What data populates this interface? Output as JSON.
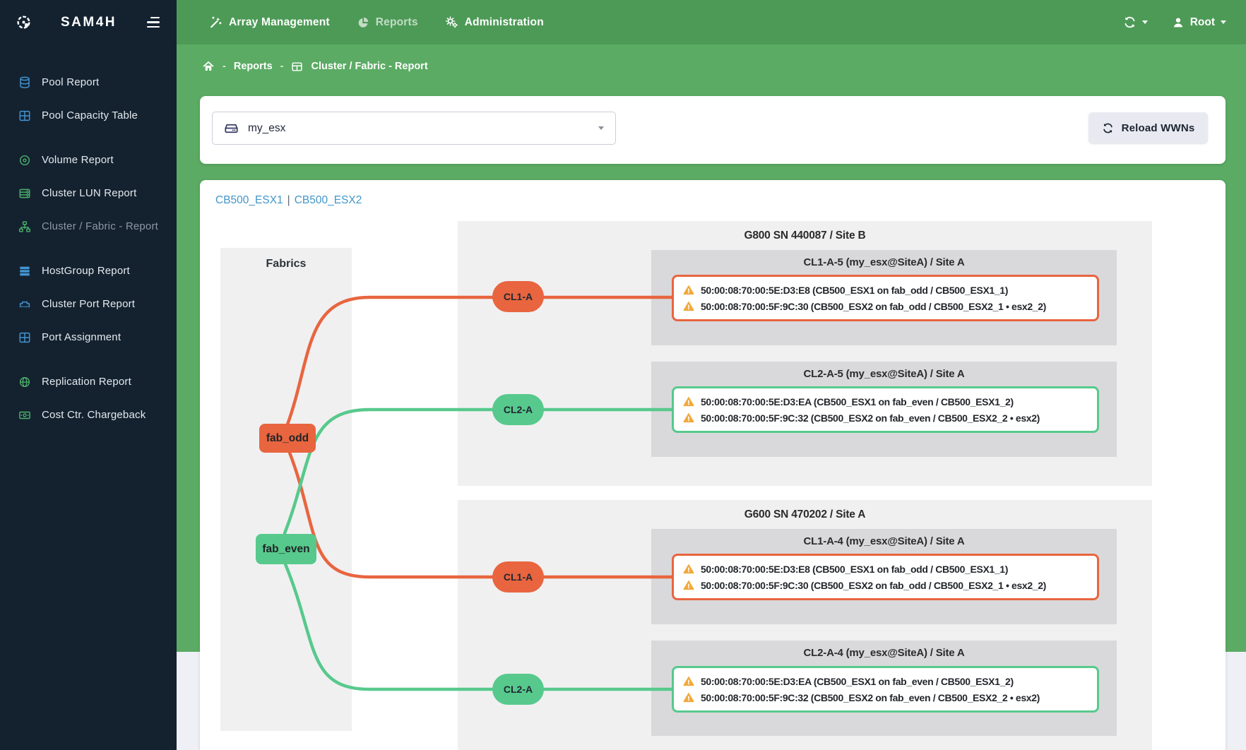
{
  "brand": {
    "name": "SAM4H"
  },
  "navbar": {
    "items": [
      {
        "label": "Array Management",
        "icon": "wand-icon"
      },
      {
        "label": "Reports",
        "icon": "pie-chart-icon"
      },
      {
        "label": "Administration",
        "icon": "gears-icon"
      }
    ],
    "user": {
      "label": "Root",
      "icon": "user-icon"
    },
    "sync_icon": "sync-icon"
  },
  "breadcrumb": {
    "items": [
      "Reports",
      "Cluster / Fabric - Report"
    ],
    "separator": "-"
  },
  "sidebar": {
    "groups": [
      {
        "items": [
          {
            "label": "Pool Report",
            "icon": "database-icon"
          },
          {
            "label": "Pool Capacity Table",
            "icon": "table-icon"
          }
        ]
      },
      {
        "items": [
          {
            "label": "Volume Report",
            "icon": "disc-icon"
          },
          {
            "label": "Cluster LUN Report",
            "icon": "server-icon"
          },
          {
            "label": "Cluster / Fabric - Report",
            "icon": "sitemap-icon"
          }
        ]
      },
      {
        "items": [
          {
            "label": "HostGroup Report",
            "icon": "server-stack-icon"
          },
          {
            "label": "Cluster Port Report",
            "icon": "ethernet-icon"
          },
          {
            "label": "Port Assignment",
            "icon": "grid-icon"
          }
        ]
      },
      {
        "items": [
          {
            "label": "Replication Report",
            "icon": "globe-icon"
          },
          {
            "label": "Cost Ctr. Chargeback",
            "icon": "money-icon"
          }
        ]
      }
    ]
  },
  "filter": {
    "selected": "my_esx",
    "reload_label": "Reload WWNs"
  },
  "report": {
    "cluster_links": {
      "first": "CB500_ESX1",
      "separator": "|",
      "second": "CB500_ESX2"
    },
    "fabrics": {
      "title": "Fabrics",
      "nodes": [
        {
          "label": "fab_odd",
          "color": "#E8653F"
        },
        {
          "label": "fab_even",
          "color": "#57C98C"
        }
      ]
    },
    "sections": [
      {
        "title": "G800 SN 440087 / Site B",
        "groups": [
          {
            "title": "CL1-A-5 (my_esx@SiteA) / Site A",
            "port": "CL1-A",
            "variant": "orange",
            "wwns": [
              "50:00:08:70:00:5E:D3:E8 (CB500_ESX1 on fab_odd / CB500_ESX1_1)",
              "50:00:08:70:00:5F:9C:30 (CB500_ESX2 on fab_odd / CB500_ESX2_1 • esx2_2)"
            ]
          },
          {
            "title": "CL2-A-5 (my_esx@SiteA) / Site A",
            "port": "CL2-A",
            "variant": "green",
            "wwns": [
              "50:00:08:70:00:5E:D3:EA (CB500_ESX1 on fab_even / CB500_ESX1_2)",
              "50:00:08:70:00:5F:9C:32 (CB500_ESX2 on fab_even / CB500_ESX2_2 • esx2)"
            ]
          }
        ]
      },
      {
        "title": "G600 SN 470202 / Site A",
        "groups": [
          {
            "title": "CL1-A-4 (my_esx@SiteA) / Site A",
            "port": "CL1-A",
            "variant": "orange",
            "wwns": [
              "50:00:08:70:00:5E:D3:E8 (CB500_ESX1 on fab_odd / CB500_ESX1_1)",
              "50:00:08:70:00:5F:9C:30 (CB500_ESX2 on fab_odd / CB500_ESX2_1 • esx2_2)"
            ]
          },
          {
            "title": "CL2-A-4 (my_esx@SiteA) / Site A",
            "port": "CL2-A",
            "variant": "green",
            "wwns": [
              "50:00:08:70:00:5E:D3:EA (CB500_ESX1 on fab_even / CB500_ESX1_2)",
              "50:00:08:70:00:5F:9C:32 (CB500_ESX2 on fab_even / CB500_ESX2_2 • esx2)"
            ]
          }
        ]
      }
    ]
  },
  "colors": {
    "accent_orange": "#E8653F",
    "accent_green": "#57C98C",
    "warning_amber": "#F2A93B",
    "navbar_green": "#4D9A57",
    "page_green": "#5BAB64",
    "sidebar_bg": "#142230",
    "icon_blue": "#4295D3",
    "icon_green": "#4DB36B",
    "link_blue": "#4296CB"
  }
}
